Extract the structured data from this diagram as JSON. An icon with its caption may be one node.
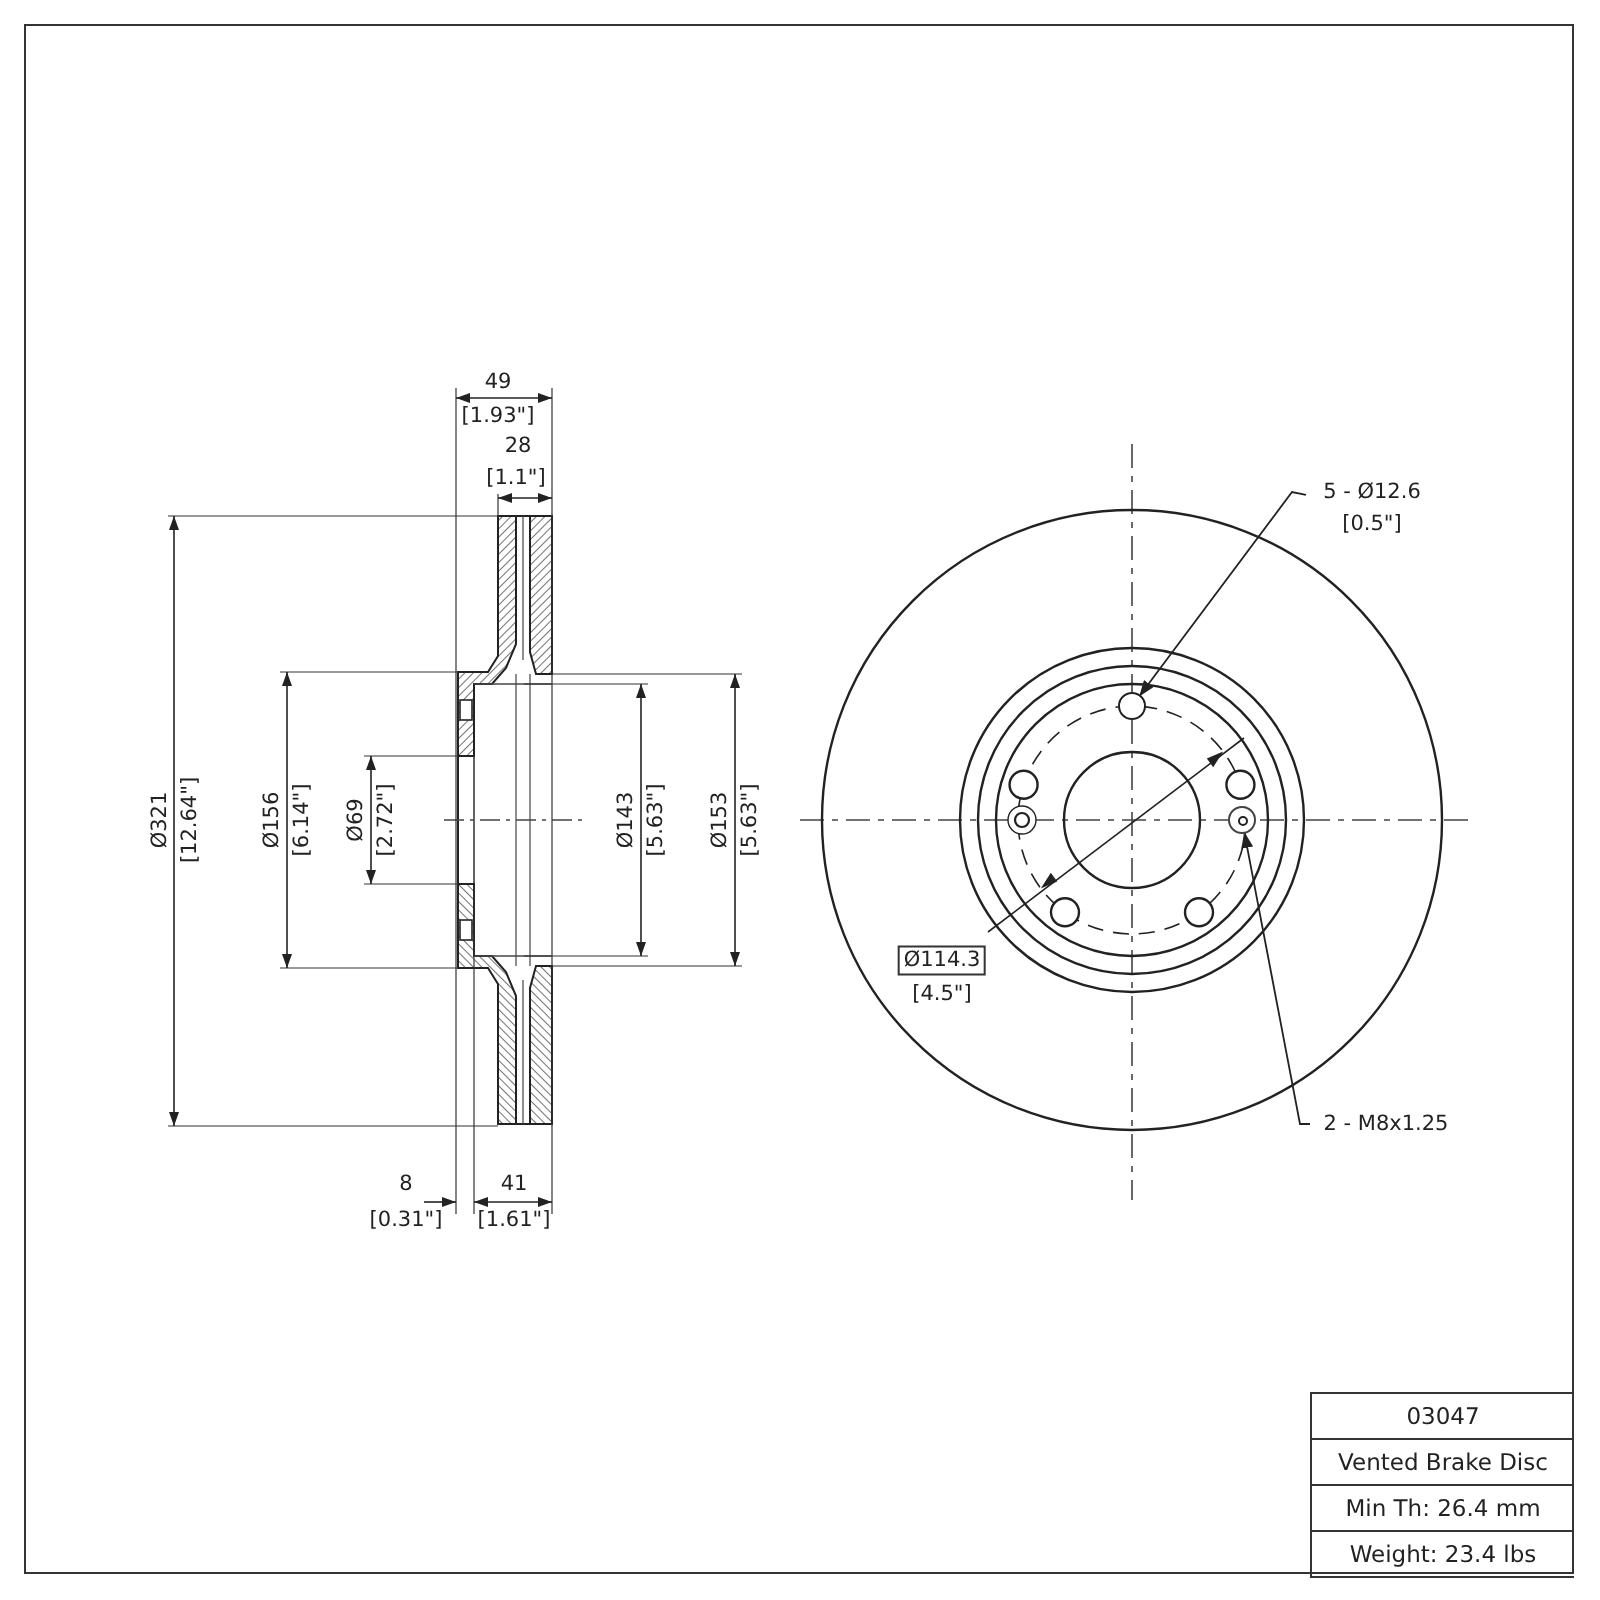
{
  "diagram": {
    "nodes": [
      {
        "text": [
          "5 - Ø12.6",
          "[0.5\"]"
        ]
      },
      {
        "text": [],
        "shape": "circle"
      },
      {
        "text": [
          "2 - M8x1.25"
        ]
      },
      {
        "text": [],
        "shape": "circle"
      }
    ],
    "edges": [
      {
        "from": 0,
        "to": 1,
        "arrow": "to"
      },
      {
        "from": 2,
        "to": 3,
        "arrow": "to"
      }
    ],
    "labels": [
      "49",
      "[1.93\"]",
      "28",
      "[1.1\"]",
      "Ø321",
      "[12.64\"]",
      "Ø156",
      "[6.14\"]",
      "Ø69",
      "[2.72\"]",
      "Ø143",
      "[5.63\"]",
      "Ø153",
      "[5.63\"]",
      "Ø114.3",
      "[4.5\"]",
      "8",
      "[0.31\"]",
      "41",
      "[1.61\"]",
      "03047",
      "Vented Brake Disc",
      "Min Th: 26.4 mm",
      "Weight: 23.4 lbs"
    ]
  }
}
